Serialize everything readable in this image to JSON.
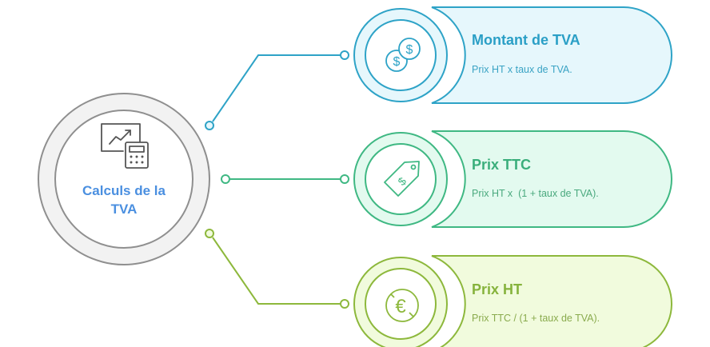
{
  "center": {
    "label_line1": "Calculs de la",
    "label_line2": "TVA",
    "icon": "chart-calculator-icon",
    "ring_color": "#8f8f8f",
    "fill_color": "#f2f2f2",
    "text_color": "#4a8fe0"
  },
  "branches": [
    {
      "title": "Montant de TVA",
      "description": "Prix HT x taux de TVA.",
      "icon": "coins-dollar-icon",
      "stroke_color": "#2ea3c7",
      "fill_color": "#e6f7fc",
      "title_color": "#2a9fc6",
      "desc_color": "#3aa3c4"
    },
    {
      "title": "Prix TTC",
      "description": "Prix HT x  (1 + taux de TVA).",
      "icon": "price-tag-dollar-icon",
      "stroke_color": "#3fb883",
      "fill_color": "#e3faef",
      "title_color": "#3aae7b",
      "desc_color": "#4aa97e"
    },
    {
      "title": "Prix HT",
      "description": "Prix TTC / (1 + taux de TVA).",
      "icon": "euro-crossed-icon",
      "stroke_color": "#8db83c",
      "fill_color": "#f1fbdd",
      "title_color": "#86b33c",
      "desc_color": "#8aab4e"
    }
  ]
}
